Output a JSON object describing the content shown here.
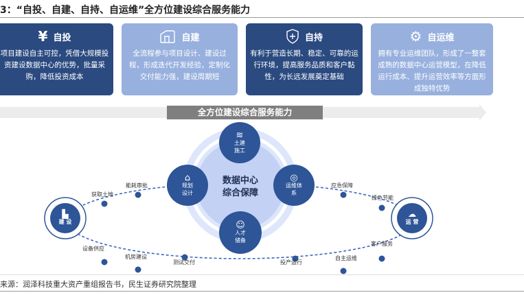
{
  "title": "3：“自投、自建、自持、自运维”全方位建设综合服务能力",
  "cards": [
    {
      "title": "自投",
      "icon": "yen-icon",
      "text": "项目建设自主可控，凭借大规模投资建设数据中心的优势，批量采购，降低投资成本",
      "color": "#2a4a80"
    },
    {
      "title": "自建",
      "icon": "building-icon",
      "text": "全流程参与项目设计、建设过程，形成迭代开发经验，定制化交付能力强，建设周期短",
      "color": "#97b0de"
    },
    {
      "title": "自持",
      "icon": "shield-plus-icon",
      "text": "有利于营造长期、稳定、可靠的运行环境，提高服务品质和客户黏性，为长远发展奠定基础",
      "color": "#2a4a80"
    },
    {
      "title": "自运维",
      "icon": "gear-icon",
      "text": "拥有专业运维团队，形成了一整套成熟的数据中心运营模型，在降低运行成本、提升运营效率等方面形成独特优势",
      "color": "#97b0de"
    }
  ],
  "banner": "全方位建设综合服务能力",
  "diagram": {
    "center": [
      "数据中心",
      "综合保障"
    ],
    "nodes": {
      "top": [
        "土建",
        "施工"
      ],
      "left": [
        "规划",
        "设计"
      ],
      "right": [
        "运维体",
        "系"
      ],
      "bottom": [
        "人才",
        "储备"
      ]
    },
    "start": "建 设",
    "end": "运 营",
    "steps": {
      "s1": "获取土地",
      "s2": "能耗审批",
      "s3": "设备供应",
      "s4": "机房建设",
      "s5": "测试交付",
      "s6": "投产运行",
      "s7": "自主运维",
      "s8": "客户服务",
      "s9": "应急保障",
      "s10": "绿色节能"
    }
  },
  "source": "来源：润泽科技重大资产重组报告书，民生证券研究院整理"
}
